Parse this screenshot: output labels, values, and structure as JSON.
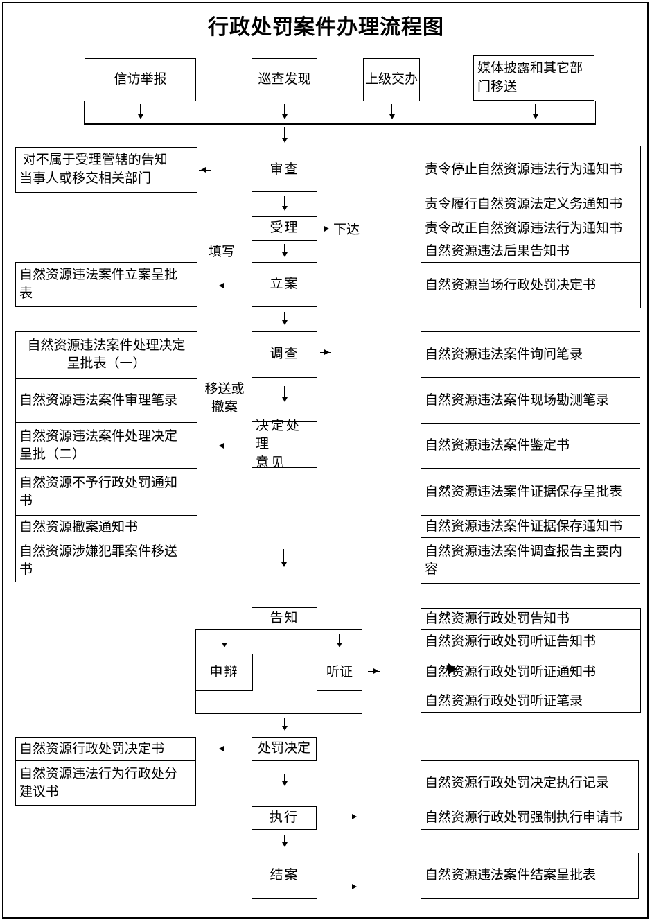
{
  "title": "行政处罚案件办理流程图",
  "sources": {
    "petition": "信访举报",
    "patrol": "巡查发现",
    "superior": "上级交办",
    "media": "媒体披露和其它部\n门移送"
  },
  "steps": {
    "review": "审查",
    "accept": "受理",
    "file_case": "立案",
    "investigate": "调查",
    "decision_opinion": "决定处理\n意见",
    "notify": "告知",
    "defense": "申辩",
    "hearing": "听证",
    "penalty_decision": "处罚决定",
    "execute": "执行",
    "close_case": "结案"
  },
  "edge_labels": {
    "issue": "下达",
    "fill_in": "填写",
    "transfer_or_withdraw": "移送或\n撤案"
  },
  "left_boxes": {
    "jurisdiction_notice": " 对不属于受理管辖的告知\n当事人或移交相关部门",
    "filing_form": "自然资源违法案件立案呈批\n表",
    "handling_docs": [
      "自然资源违法案件处理决定\n呈批表（一）",
      "自然资源违法案件审理笔录",
      "自然资源违法案件处理决定\n呈批（二）",
      "自然资源不予行政处罚通知\n书",
      "自然资源撤案通知书",
      "自然资源涉嫌犯罪案件移送\n书"
    ],
    "decision_docs": [
      "自然资源行政处罚决定书",
      "自然资源违法行为行政处分\n建议书"
    ]
  },
  "right_groups": {
    "order_docs": [
      "责令停止自然资源违法行为通知书",
      "责令履行自然资源法定义务通知书",
      "责令改正自然资源违法行为通知书",
      "自然资源违法后果告知书",
      "自然资源当场行政处罚决定书"
    ],
    "investigation_docs": [
      "自然资源违法案件询问笔录",
      "自然资源违法案件现场勘测笔录",
      "自然资源违法案件鉴定书",
      "自然资源违法案件证据保存呈批表",
      "自然资源违法案件证据保存通知书",
      "自然资源违法案件调查报告主要内\n容"
    ],
    "hearing_docs": [
      "自然资源行政处罚告知书",
      "自然资源行政处罚听证告知书",
      "自然资源行政处罚听证通知书",
      "自然资源行政处罚听证笔录"
    ],
    "execution_docs": [
      "自然资源行政处罚决定执行记录",
      "自然资源行政处罚强制执行申请书"
    ],
    "closing_doc": "自然资源违法案件结案呈批表"
  }
}
